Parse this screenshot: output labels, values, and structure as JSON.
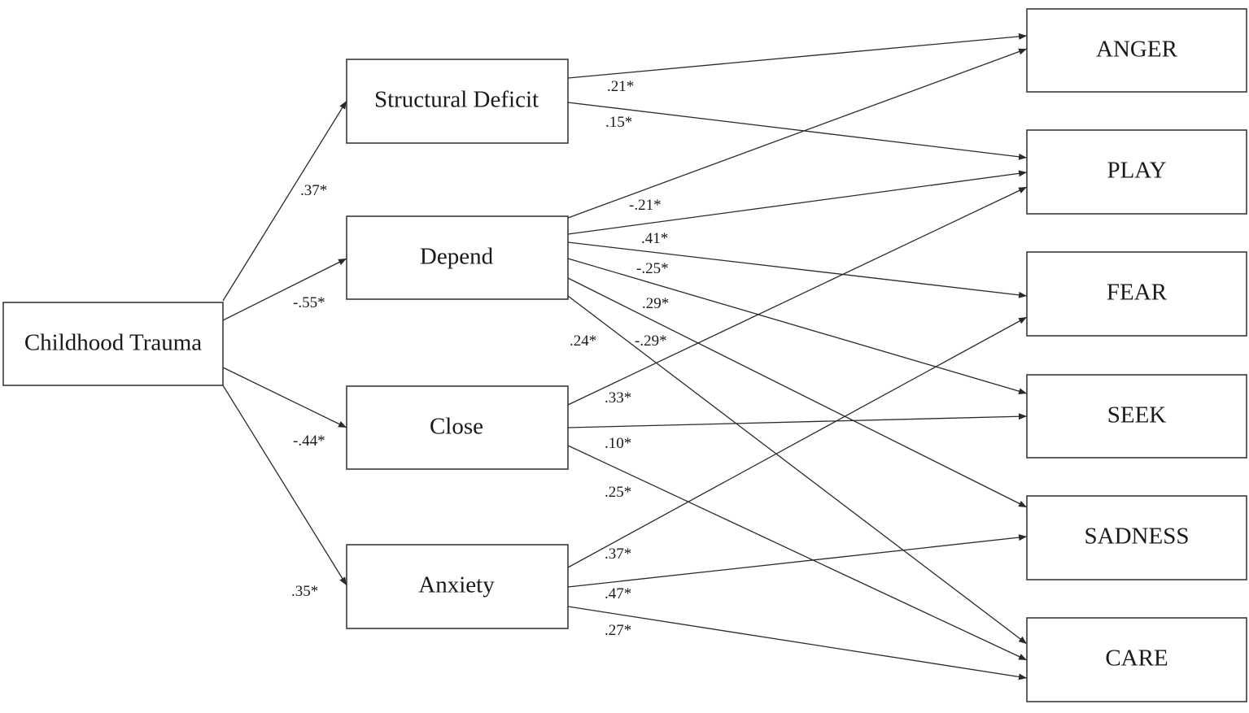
{
  "nodes": {
    "childhood_trauma": "Childhood Trauma",
    "structural_deficit": "Structural Deficit",
    "depend": "Depend",
    "close": "Close",
    "anxiety": "Anxiety",
    "anger": "ANGER",
    "play": "PLAY",
    "fear": "FEAR",
    "seek": "SEEK",
    "sadness": "SADNESS",
    "care": "CARE"
  },
  "paths": [
    {
      "from": "childhood_trauma",
      "to": "structural_deficit",
      "coefficient": ".37*"
    },
    {
      "from": "childhood_trauma",
      "to": "depend",
      "coefficient": "-.55*"
    },
    {
      "from": "childhood_trauma",
      "to": "close",
      "coefficient": "-.44*"
    },
    {
      "from": "childhood_trauma",
      "to": "anxiety",
      "coefficient": ".35*"
    },
    {
      "from": "structural_deficit",
      "to": "anger",
      "coefficient": ".21*"
    },
    {
      "from": "structural_deficit",
      "to": "play",
      "coefficient": ".15*"
    },
    {
      "from": "depend",
      "to": "anger",
      "coefficient": "-.21*"
    },
    {
      "from": "depend",
      "to": "play",
      "coefficient": ".41*"
    },
    {
      "from": "depend",
      "to": "fear",
      "coefficient": "-.25*"
    },
    {
      "from": "depend",
      "to": "seek",
      "coefficient": ".29*"
    },
    {
      "from": "depend",
      "to": "sadness",
      "coefficient": "-.29*"
    },
    {
      "from": "depend",
      "to": "care",
      "coefficient": ".24*"
    },
    {
      "from": "close",
      "to": "play",
      "coefficient": ".33*"
    },
    {
      "from": "close",
      "to": "seek",
      "coefficient": ".10*"
    },
    {
      "from": "close",
      "to": "care",
      "coefficient": ".25*"
    },
    {
      "from": "anxiety",
      "to": "fear",
      "coefficient": ".37*"
    },
    {
      "from": "anxiety",
      "to": "sadness",
      "coefficient": ".47*"
    },
    {
      "from": "anxiety",
      "to": "care",
      "coefficient": ".27*"
    }
  ]
}
